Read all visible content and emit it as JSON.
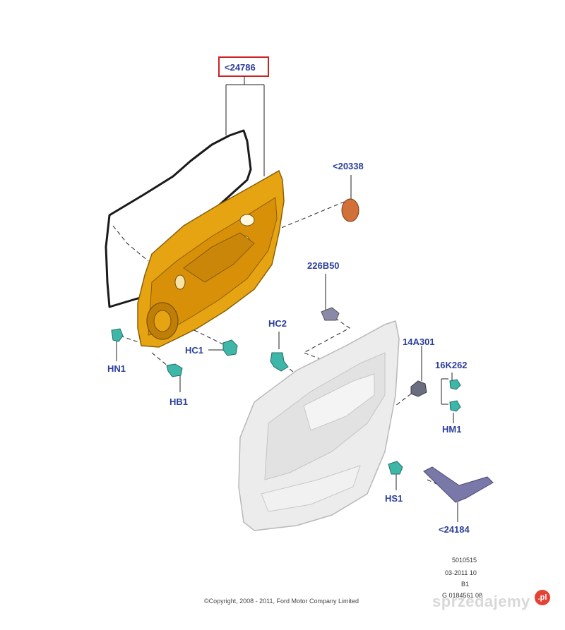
{
  "labels": {
    "main_part": "<24786",
    "plug": "<20338",
    "clip_226": "226B50",
    "hc2": "HC2",
    "hc1": "HC1",
    "hn1": "HN1",
    "hb1": "HB1",
    "p14a": "14A301",
    "p16k": "16K262",
    "hm1": "HM1",
    "hs1": "HS1",
    "handle": "<24184"
  },
  "meta": {
    "line1": "5010515",
    "line2": "03-2011 10",
    "line3": "B1",
    "line4": "G 0184561 08"
  },
  "copyright": "©Copyright, 2008 - 2011, Ford Motor Company Limited",
  "watermark": {
    "text": "sprzedajemy",
    "badge": ".pl"
  },
  "colors": {
    "label": "#2b3f9a",
    "highlight_box": "#cc2222",
    "panel": "#e6a412",
    "clip": "#3fb7a8",
    "trim": "#ececec",
    "handle": "#7a78a8"
  }
}
